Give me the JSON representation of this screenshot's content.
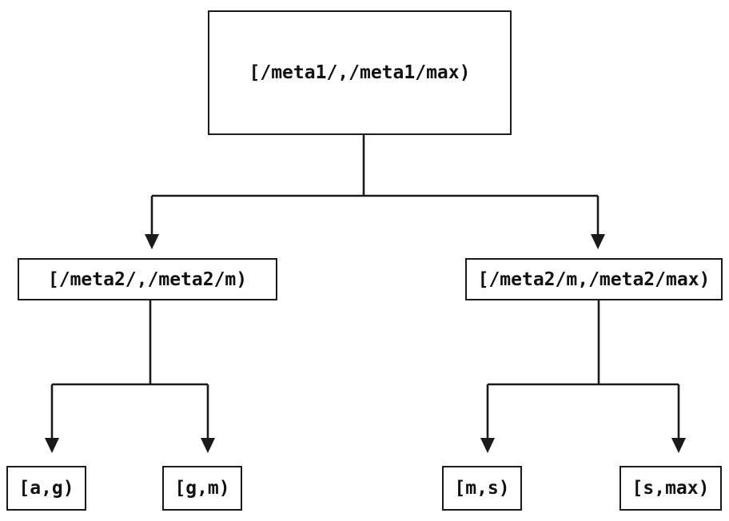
{
  "diagram": {
    "type": "tree",
    "description": "Interval partition tree: a root key range split into two meta2 sub-ranges, each split into two leaf key ranges",
    "colors": {
      "background": "#ffffff",
      "line": "#1a1a1a",
      "text": "#111111",
      "node_fill": "#ffffff"
    },
    "nodes": {
      "root": {
        "label": "[/meta1/,/meta1/max)"
      },
      "left": {
        "label": "[/meta2/,/meta2/m)"
      },
      "right": {
        "label": "[/meta2/m,/meta2/max)"
      },
      "leaf_ag": {
        "label": "[a,g)"
      },
      "leaf_gm": {
        "label": "[g,m)"
      },
      "leaf_ms": {
        "label": "[m,s)"
      },
      "leaf_smax": {
        "label": "[s,max)"
      }
    },
    "edges": [
      {
        "from": "root",
        "to": "left"
      },
      {
        "from": "root",
        "to": "right"
      },
      {
        "from": "left",
        "to": "leaf_ag"
      },
      {
        "from": "left",
        "to": "leaf_gm"
      },
      {
        "from": "right",
        "to": "leaf_ms"
      },
      {
        "from": "right",
        "to": "leaf_smax"
      }
    ]
  }
}
